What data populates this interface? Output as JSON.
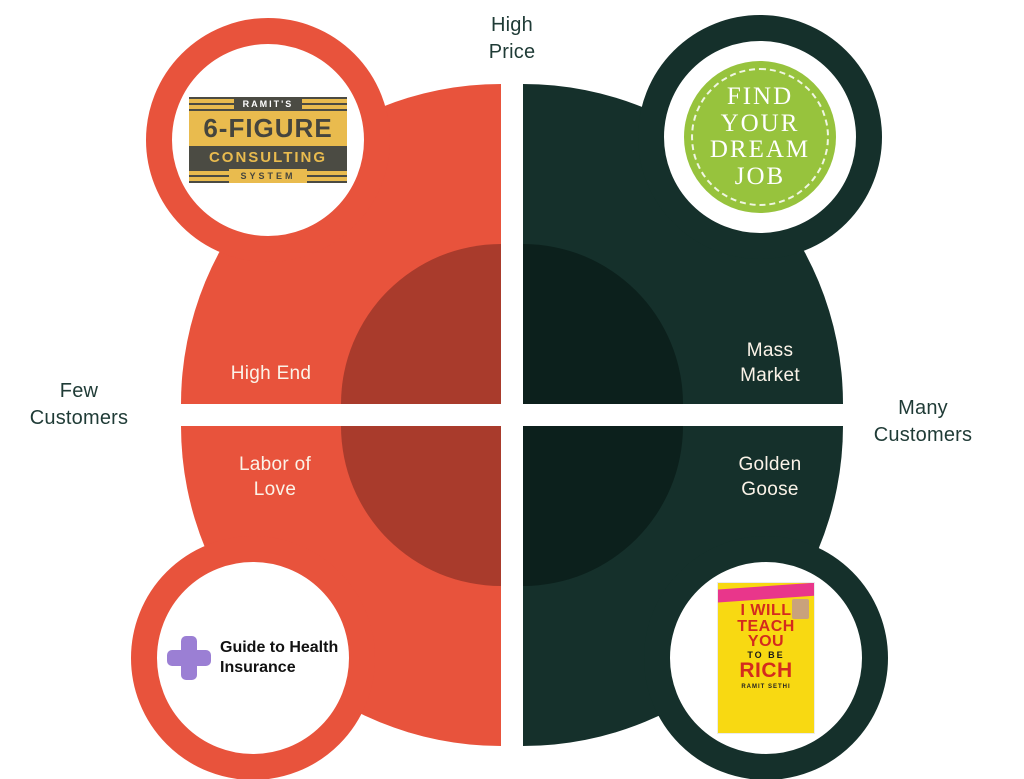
{
  "axis_labels": {
    "top": {
      "line1": "High",
      "line2": "Price"
    },
    "left": {
      "line1": "Few",
      "line2": "Customers"
    },
    "right": {
      "line1": "Many",
      "line2": "Customers"
    }
  },
  "quadrants": {
    "top_left": {
      "label": "High End"
    },
    "top_right": {
      "line1": "Mass",
      "line2": "Market"
    },
    "bottom_left": {
      "line1": "Labor of",
      "line2": "Love"
    },
    "bottom_right": {
      "line1": "Golden",
      "line2": "Goose"
    }
  },
  "badges": {
    "consulting": {
      "brand": "RAMIT'S",
      "title": "6-FIGURE",
      "subtitle": "CONSULTING",
      "system": "SYSTEM"
    },
    "dream_job": {
      "lines": [
        "FIND",
        "YOUR",
        "DREAM",
        "JOB"
      ]
    },
    "health_insurance": {
      "line1": "Guide to Health",
      "line2": "Insurance"
    },
    "book": {
      "lines": [
        "I WILL",
        "TEACH",
        "YOU",
        "TO BE",
        "RICH"
      ],
      "author": "RAMIT SETHI"
    }
  },
  "colors": {
    "quadrant_orange": "#E8533C",
    "quadrant_orange_inner": "#A93B2C",
    "quadrant_teal": "#15302B",
    "quadrant_teal_inner": "#0C201C",
    "dream_job_green": "#97C33D",
    "plus_purple": "#9B7FD4",
    "book_yellow": "#F8D912",
    "book_red": "#D42B1E",
    "banner_pink": "#E9368B",
    "axis_text": "#1F3B36"
  }
}
